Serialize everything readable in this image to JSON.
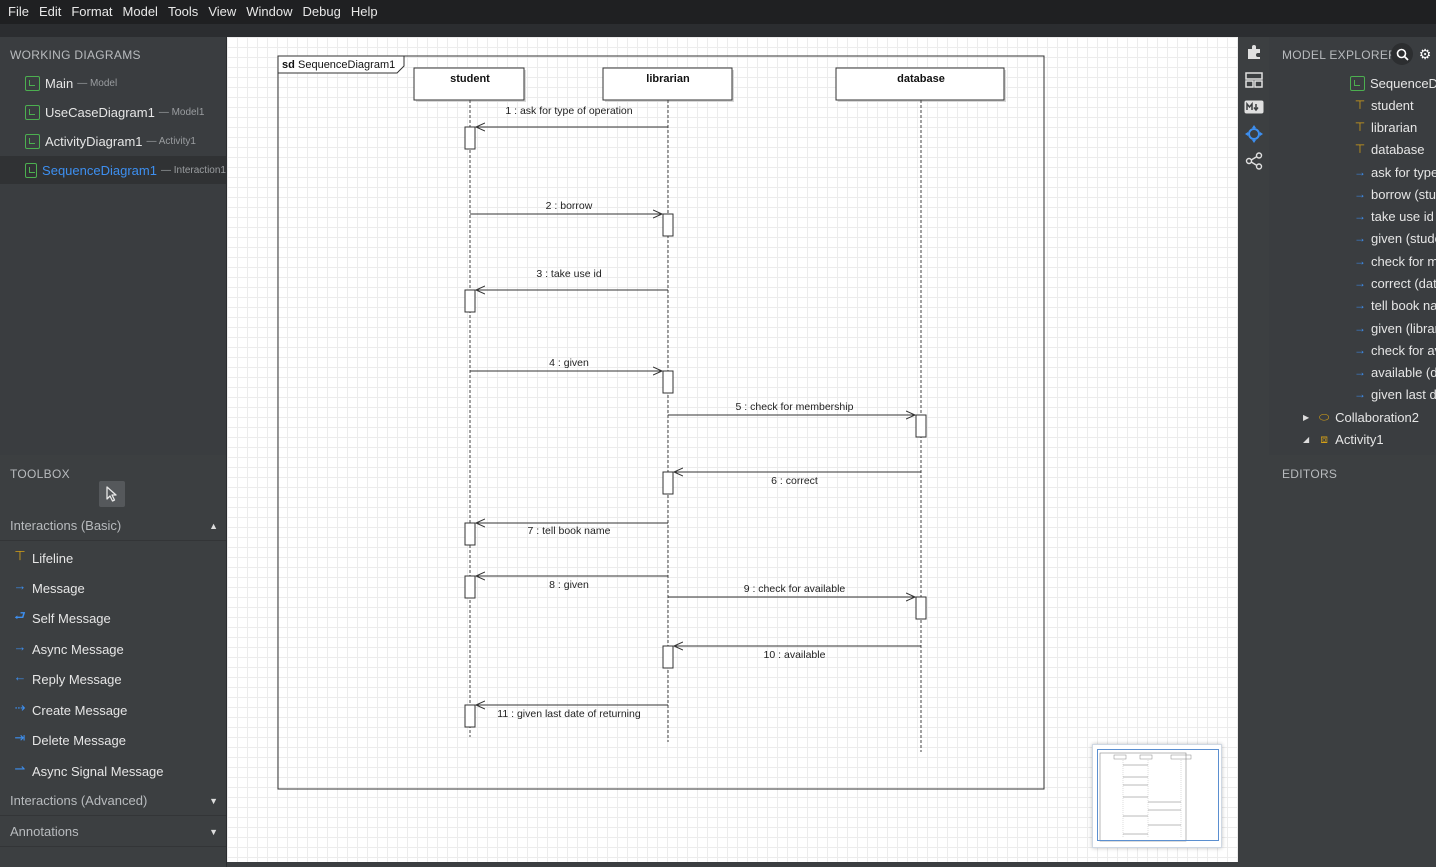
{
  "menu": [
    "File",
    "Edit",
    "Format",
    "Model",
    "Tools",
    "View",
    "Window",
    "Debug",
    "Help"
  ],
  "working_diagrams": {
    "title": "WORKING DIAGRAMS",
    "items": [
      {
        "name": "Main",
        "sub": "— Model"
      },
      {
        "name": "UseCaseDiagram1",
        "sub": "— Model1"
      },
      {
        "name": "ActivityDiagram1",
        "sub": "— Activity1"
      },
      {
        "name": "SequenceDiagram1",
        "sub": "— Interaction1",
        "active": true
      }
    ]
  },
  "toolbox": {
    "title": "TOOLBOX",
    "sections": {
      "basic": "Interactions (Basic)",
      "advanced": "Interactions (Advanced)",
      "annotations": "Annotations"
    },
    "tools": [
      {
        "label": "Lifeline",
        "icon": "lifeline-icon"
      },
      {
        "label": "Message",
        "icon": "message-icon"
      },
      {
        "label": "Self Message",
        "icon": "self-message-icon"
      },
      {
        "label": "Async Message",
        "icon": "async-message-icon"
      },
      {
        "label": "Reply Message",
        "icon": "reply-message-icon"
      },
      {
        "label": "Create Message",
        "icon": "create-message-icon"
      },
      {
        "label": "Delete Message",
        "icon": "delete-message-icon"
      },
      {
        "label": "Async Signal Message",
        "icon": "async-signal-message-icon"
      }
    ]
  },
  "diagram": {
    "frame_keyword": "sd",
    "frame_name": "SequenceDiagram1",
    "lifelines": [
      "student",
      "librarian",
      "database"
    ],
    "messages": [
      {
        "label": "1 : ask for type of operation",
        "from": 1,
        "to": 0
      },
      {
        "label": "2 : borrow",
        "from": 0,
        "to": 1
      },
      {
        "label": "3 : take use id",
        "from": 1,
        "to": 0
      },
      {
        "label": "4 : given",
        "from": 0,
        "to": 1
      },
      {
        "label": "5 : check for membership",
        "from": 1,
        "to": 2
      },
      {
        "label": "6 : correct",
        "from": 2,
        "to": 1
      },
      {
        "label": "7 : tell book name",
        "from": 1,
        "to": 0
      },
      {
        "label": "8 : given",
        "from": 1,
        "to": 0
      },
      {
        "label": "9 : check for available",
        "from": 1,
        "to": 2
      },
      {
        "label": "10 : available",
        "from": 2,
        "to": 1
      },
      {
        "label": "11 : given last date of returning",
        "from": 1,
        "to": 0
      }
    ]
  },
  "model_explorer": {
    "title": "MODEL EXPLORER",
    "items": [
      {
        "label": "SequenceDi",
        "icon": "diagram-icon"
      },
      {
        "label": "student",
        "icon": "lifeline-icon"
      },
      {
        "label": "librarian",
        "icon": "lifeline-icon"
      },
      {
        "label": "database",
        "icon": "lifeline-icon"
      },
      {
        "label": "ask for type",
        "icon": "message-icon"
      },
      {
        "label": "borrow (stu",
        "icon": "message-icon"
      },
      {
        "label": "take use id (",
        "icon": "message-icon"
      },
      {
        "label": "given (stude",
        "icon": "message-icon"
      },
      {
        "label": "check for me",
        "icon": "message-icon"
      },
      {
        "label": "correct (data",
        "icon": "message-icon"
      },
      {
        "label": "tell book na",
        "icon": "message-icon"
      },
      {
        "label": "given (librar",
        "icon": "message-icon"
      },
      {
        "label": "check for av",
        "icon": "message-icon"
      },
      {
        "label": "available (da",
        "icon": "message-icon"
      },
      {
        "label": "given last da",
        "icon": "message-icon"
      }
    ],
    "collaboration": "Collaboration2",
    "activity": "Activity1"
  },
  "editors": {
    "title": "EDITORS"
  }
}
